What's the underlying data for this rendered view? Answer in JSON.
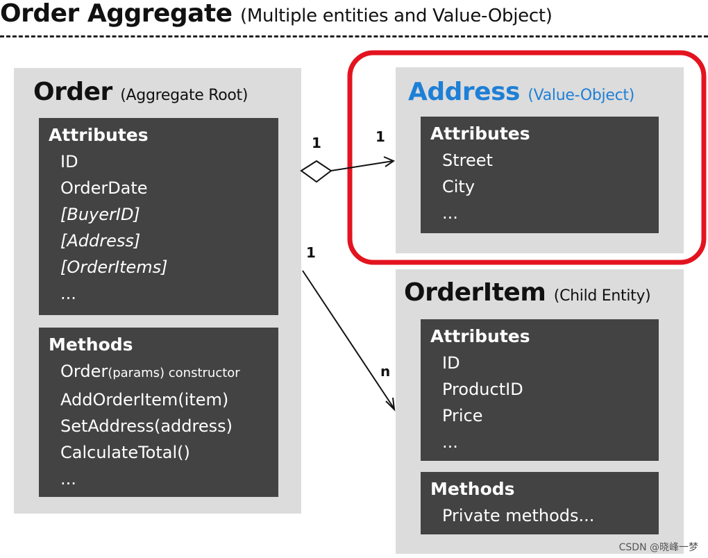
{
  "header": {
    "title": "Order Aggregate",
    "subtitle": "(Multiple entities and Value-Object)"
  },
  "order": {
    "name": "Order",
    "kind": "(Aggregate Root)",
    "attributes": {
      "heading": "Attributes",
      "items": [
        "ID",
        "OrderDate",
        "[BuyerID]",
        "[Address]",
        "[OrderItems]",
        "..."
      ]
    },
    "methods": {
      "heading": "Methods",
      "constructor_name": "Order",
      "constructor_params": "(params)",
      "constructor_note": " constructor",
      "items": [
        "AddOrderItem(item)",
        "SetAddress(address)",
        "CalculateTotal()",
        "..."
      ]
    }
  },
  "address": {
    "name": "Address",
    "kind": "(Value-Object)",
    "attributes": {
      "heading": "Attributes",
      "items": [
        "Street",
        "City",
        "..."
      ]
    }
  },
  "order_item": {
    "name": "OrderItem",
    "kind": "(Child Entity)",
    "attributes": {
      "heading": "Attributes",
      "items": [
        "ID",
        "ProductID",
        "Price",
        "..."
      ]
    },
    "methods": {
      "heading": "Methods",
      "items": [
        "Private methods..."
      ]
    }
  },
  "relations": {
    "address_source": "1",
    "address_target": "1",
    "items_source": "1",
    "items_target": "n"
  },
  "colors": {
    "value_object_title": "#1e7fd6",
    "highlight": "#e3141f",
    "panel_bg": "#dcdcdc",
    "box_bg": "#434343"
  },
  "watermark": "CSDN @晓峰一梦"
}
